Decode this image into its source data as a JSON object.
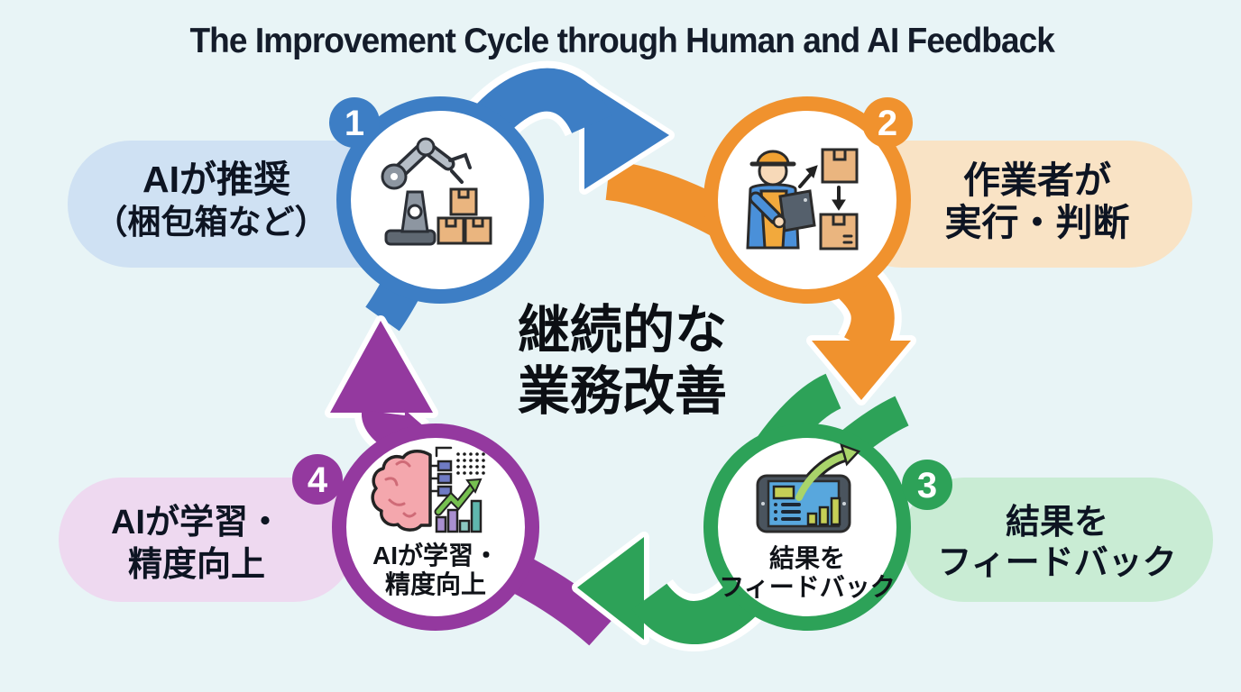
{
  "title": "The Improvement Cycle through Human and AI Feedback",
  "center_label": {
    "line1": "継続的な",
    "line2": "業務改善"
  },
  "steps": [
    {
      "number": "1",
      "name": "ai-recommends",
      "color": "#3d7ec5",
      "pill_color": "#cfe1f3",
      "pill_side": "left",
      "pill_label": {
        "line1": "AIが推奨",
        "line2": "（梱包箱など）"
      },
      "icon": "robot-arm-with-boxes-icon"
    },
    {
      "number": "2",
      "name": "worker-executes",
      "color": "#f0922e",
      "pill_color": "#f9e3c5",
      "pill_side": "right",
      "pill_label": {
        "line1": "作業者が",
        "line2": "実行・判断"
      },
      "icon": "worker-with-tablet-and-boxes-icon"
    },
    {
      "number": "3",
      "name": "feedback-results",
      "color": "#2da258",
      "pill_color": "#c9ecd4",
      "pill_side": "right",
      "pill_label": {
        "line1": "結果を",
        "line2": "フィードバック"
      },
      "inner_label": {
        "line1": "結果を",
        "line2": "フィードバック"
      },
      "icon": "tablet-analytics-icon"
    },
    {
      "number": "4",
      "name": "ai-learns",
      "color": "#94399f",
      "pill_color": "#eed9f0",
      "pill_side": "left",
      "pill_label": {
        "line1": "AIが学習・",
        "line2": "精度向上"
      },
      "inner_label": {
        "line1": "AIが学習・",
        "line2": "精度向上"
      },
      "icon": "brain-learning-chart-icon"
    }
  ],
  "arrows": [
    {
      "name": "arrow-step1-to-step2",
      "color": "#3d7ec5",
      "direction": "right"
    },
    {
      "name": "arrow-step2-to-step3",
      "color": "#f0922e",
      "direction": "down"
    },
    {
      "name": "arrow-step3-to-step4",
      "color": "#2da258",
      "direction": "left"
    },
    {
      "name": "arrow-step4-to-step1",
      "color": "#94399f",
      "direction": "up"
    }
  ],
  "colors": {
    "background": "#e8f4f6",
    "text_dark": "#101622",
    "box_tan": "#eab57f",
    "robot_gray": "#8d96a1",
    "worker_hat": "#f0a132",
    "worker_shirt": "#4a90d9",
    "worker_apron": "#f2a93c",
    "tablet_frame": "#4a545e",
    "tablet_screen": "#58a7dd",
    "chart_yellow_green": "#c6cf56",
    "swoosh_green": "#a9d46a",
    "brain_pink": "#f4a7ad",
    "bar_purple": "#a98fd0",
    "bar_teal": "#5fb7ae",
    "zigzag_green": "#76c050"
  }
}
